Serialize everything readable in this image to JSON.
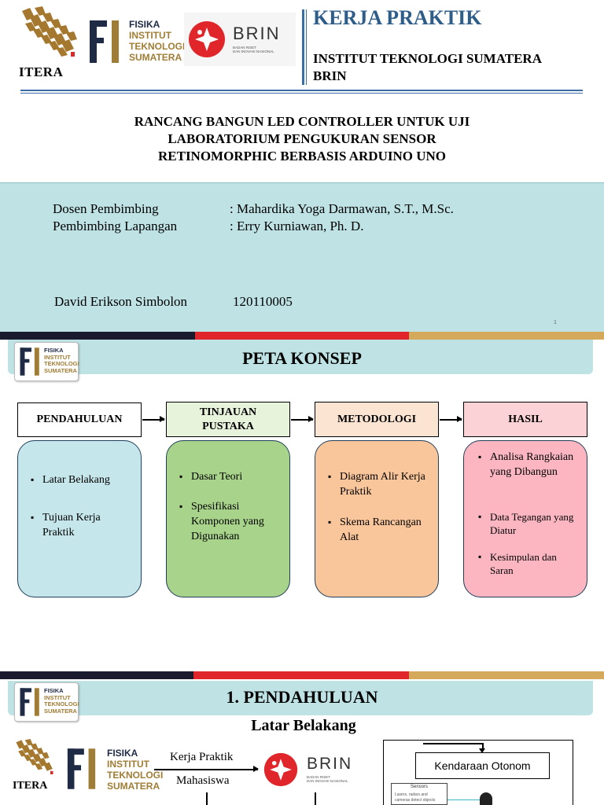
{
  "slide1": {
    "logos": {
      "itera_label": "ITERA",
      "fi_lines": [
        "FISIKA",
        "INSTITUT",
        "TEKNOLOGI",
        "SUMATERA"
      ],
      "brin_word": "BRIN",
      "brin_sub": [
        "BADAN RISET",
        "DAN INOVASI NASIONAL"
      ]
    },
    "header_title": "KERJA PRAKTIK",
    "institution_lines": [
      "INSTITUT TEKNOLOGI SUMATERA",
      "BRIN"
    ],
    "project_title_lines": [
      "RANCANG BANGUN LED CONTROLLER UNTUK UJI",
      "LABORATORIUM PENGUKURAN SENSOR",
      "RETINOMORPHIC BERBASIS ARDUINO UNO"
    ],
    "supervisors": [
      {
        "role": "Dosen Pembimbing",
        "name": ": Mahardika Yoga Darmawan, S.T., M.Sc."
      },
      {
        "role": "Pembimbing Lapangan",
        "name": ": Erry Kurniawan, Ph. D."
      }
    ],
    "student": {
      "name": "David Erikson Simbolon",
      "nim": "120110005"
    },
    "page_number": "1"
  },
  "stripe_colors": [
    "#1a1a2e",
    "#e0262b",
    "#d4a95c"
  ],
  "slide2": {
    "title": "PETA KONSEP",
    "columns": [
      {
        "head": "PENDAHULUAN",
        "head_bg": "#ffffff",
        "body_bg": "#c5e6ea",
        "items": [
          "Latar Belakang",
          "Tujuan Kerja Praktik"
        ]
      },
      {
        "head": "TINJAUAN PUSTAKA",
        "head_bg": "#e8f3dc",
        "body_bg": "#a8d38a",
        "items": [
          "Dasar Teori",
          "Spesifikasi Komponen yang Digunakan"
        ]
      },
      {
        "head": "METODOLOGI",
        "head_bg": "#fce4d2",
        "body_bg": "#f9c59a",
        "items": [
          "Diagram Alir Kerja Praktik",
          "Skema Rancangan Alat"
        ]
      },
      {
        "head": "HASIL",
        "head_bg": "#fbd3d6",
        "body_bg": "#fbb6c2",
        "items": [
          "Analisa Rangkaian yang Dibangun",
          "Data Tegangan yang Diatur",
          "Kesimpulan dan Saran"
        ]
      }
    ]
  },
  "slide3": {
    "title": "1. PENDAHULUAN",
    "subtitle": "Latar Belakang",
    "flow_top": "Kerja Praktik",
    "flow_bottom": "Mahasiswa",
    "node": "Kendaraan Otonom",
    "inset_title": "Sensors",
    "inset_lines": [
      "Lasers, radars and",
      "cameras detect objects"
    ]
  }
}
